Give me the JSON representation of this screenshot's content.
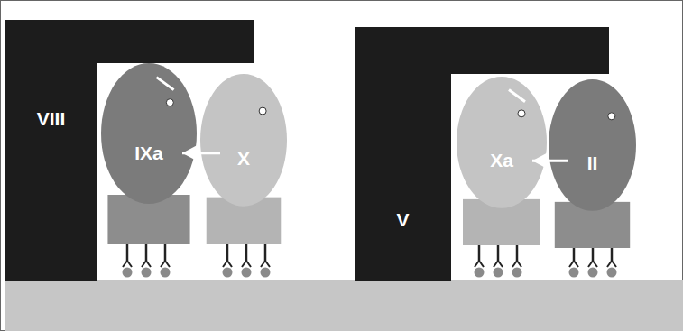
{
  "diagram": {
    "nodes": [
      {
        "text": [
          "VIII"
        ]
      },
      {
        "text": [
          "IXa"
        ]
      },
      {
        "text": [
          "X"
        ]
      },
      {
        "text": [
          "V"
        ]
      },
      {
        "text": [
          "Xa"
        ]
      },
      {
        "text": [
          "II"
        ]
      }
    ],
    "edges": [
      {
        "from": 2,
        "to": 1,
        "arrow": "to"
      },
      {
        "from": 5,
        "to": 4,
        "arrow": "to"
      }
    ]
  }
}
